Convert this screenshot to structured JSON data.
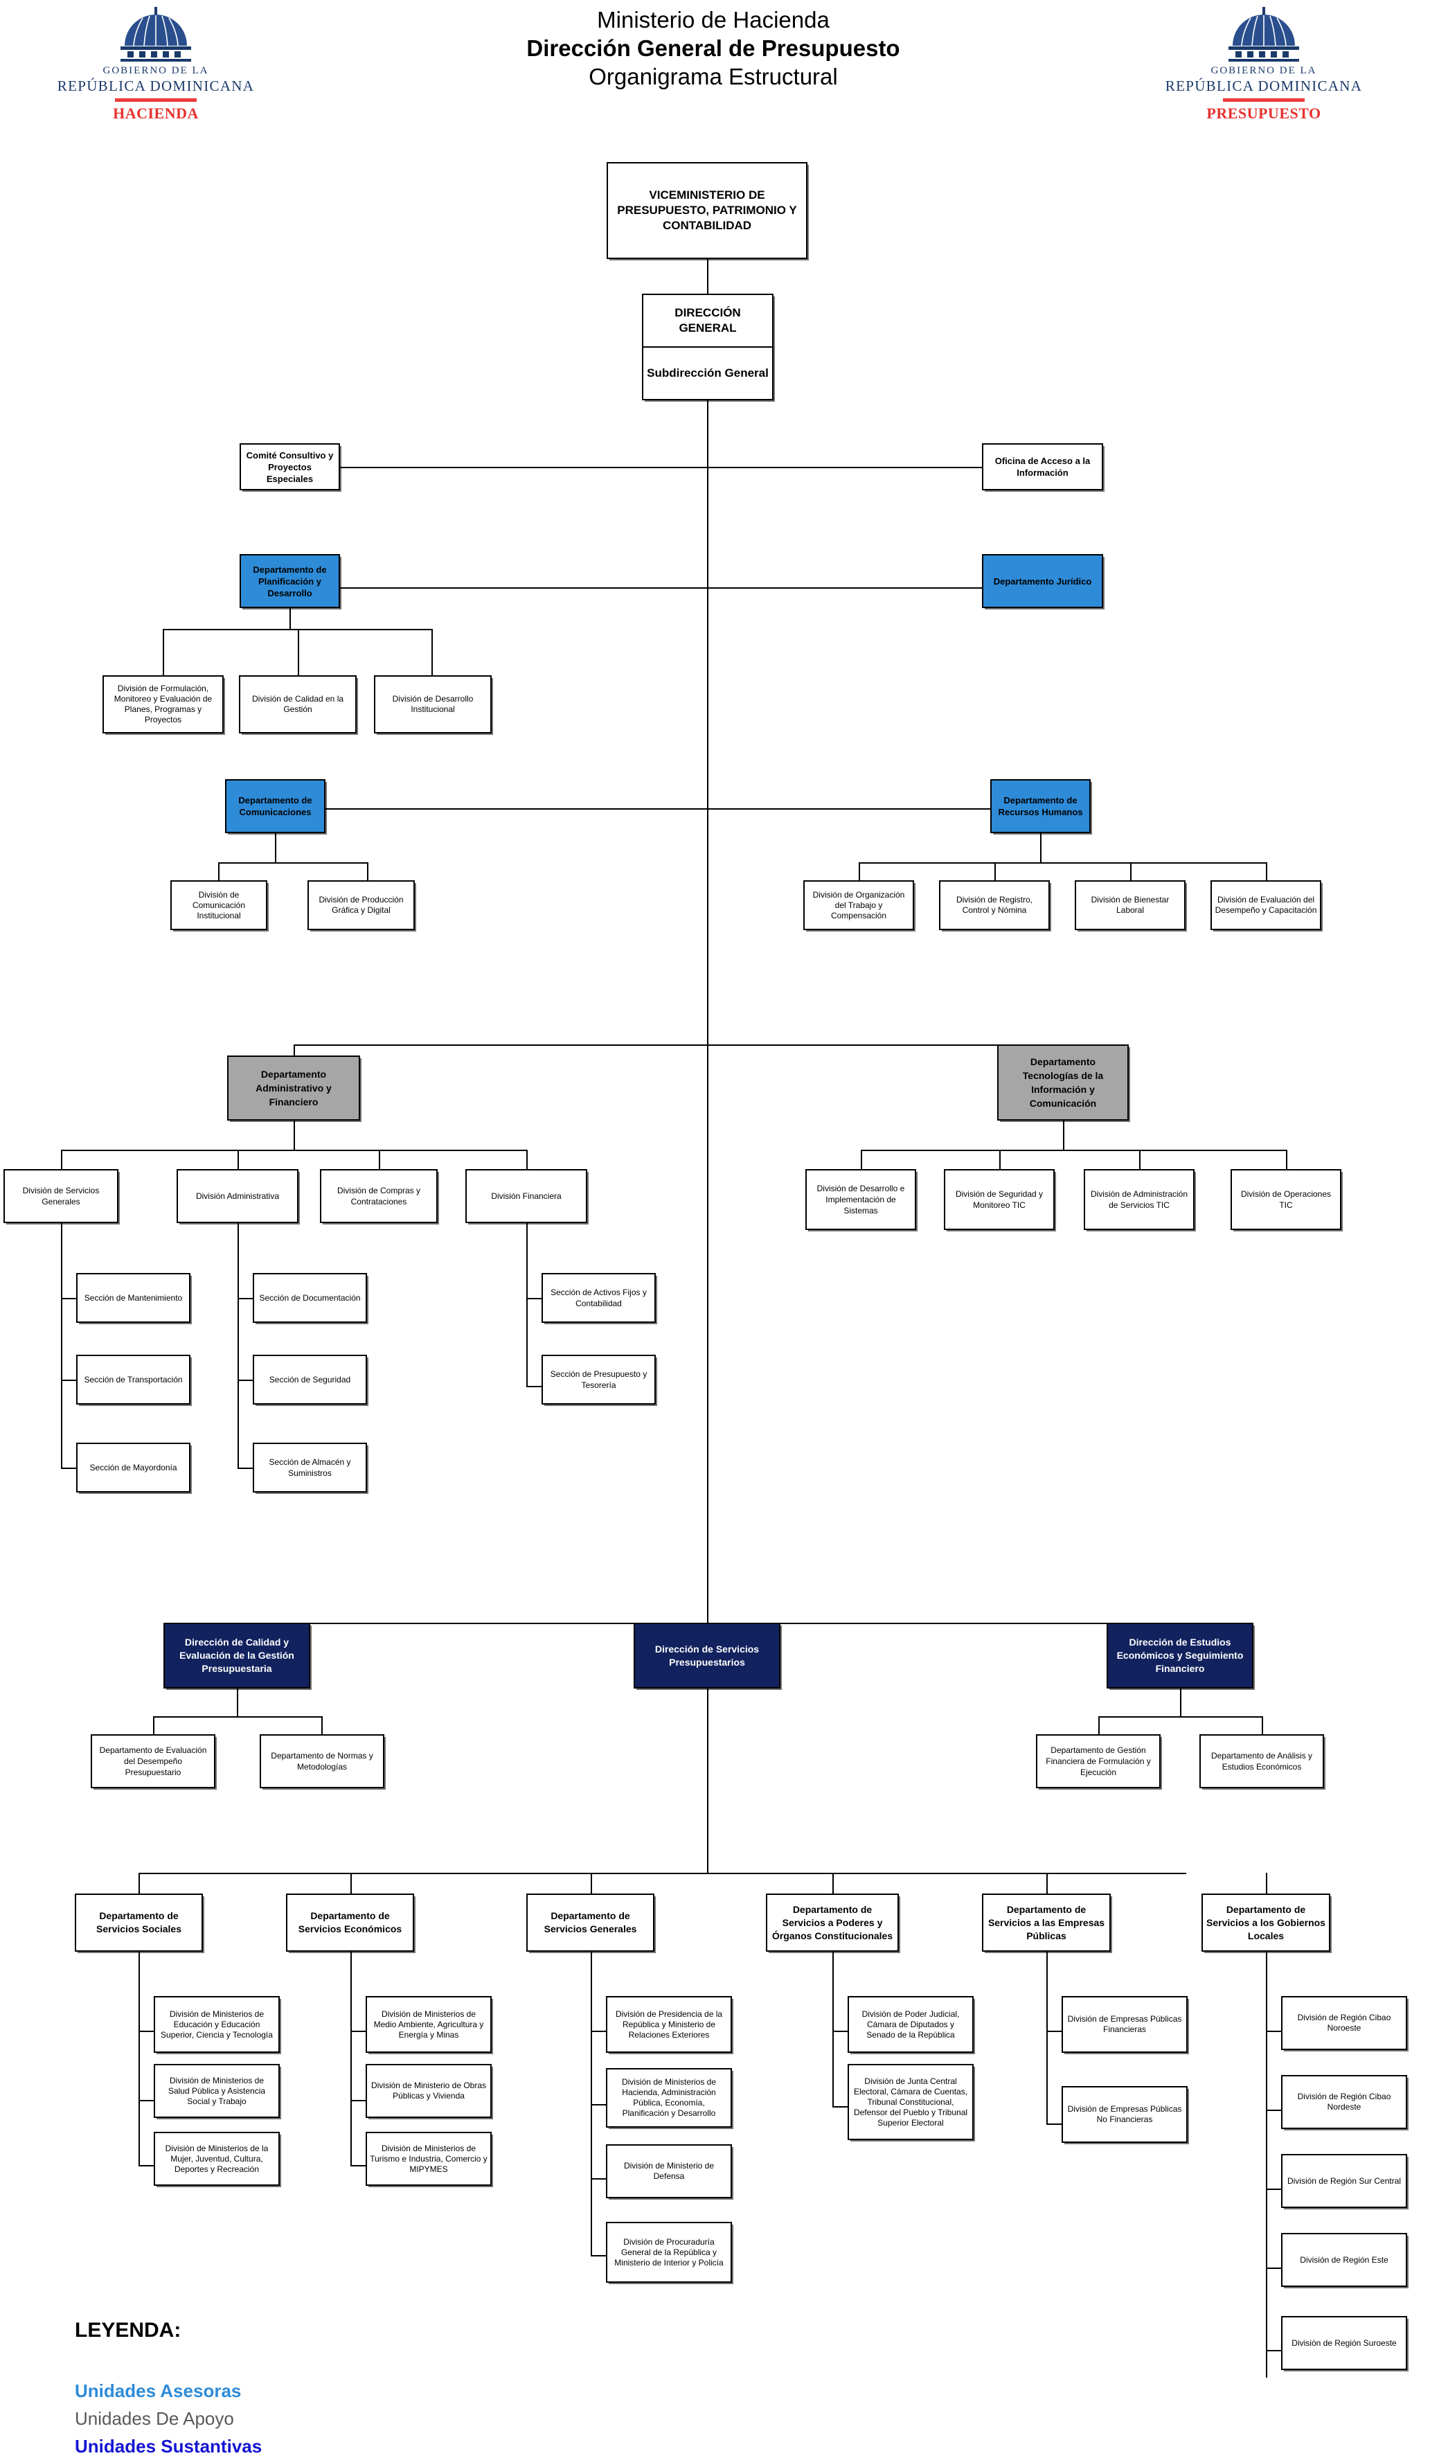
{
  "header": {
    "logo_left": {
      "gobierno": "GOBIERNO DE LA",
      "republica": "REPÚBLICA DOMINICANA",
      "organismo": "HACIENDA",
      "icon": "capitol-dome-icon"
    },
    "logo_right": {
      "gobierno": "GOBIERNO DE LA",
      "republica": "REPÚBLICA DOMINICANA",
      "organismo": "PRESUPUESTO",
      "icon": "capitol-dome-icon"
    },
    "title_line1": "Ministerio de Hacienda",
    "title_line2": "Dirección General de Presupuesto",
    "title_line3": "Organigrama Estructural"
  },
  "colors": {
    "asesoras": "#2e8bd8",
    "apoyo": "#a6a6a6",
    "sustantivas": "#12225e",
    "legend_asesoras_text": "#2e8bd8",
    "legend_apoyo_text": "#595959",
    "legend_sustantivas_text": "#1414d2",
    "accent_red": "#e8322e",
    "logo_blue": "#1b3a6b"
  },
  "chart": {
    "viceministerio": "VICEMINISTERIO DE PRESUPUESTO, PATRIMONIO Y CONTABILIDAD",
    "direccion_general": "DIRECCIÓN GENERAL",
    "subdireccion_general": "Subdirección General",
    "comite_consultivo": "Comité Consultivo y Proyectos Especiales",
    "oficina_acceso": "Oficina de Acceso a la Información",
    "dep_planificacion": "Departamento de Planificación y Desarrollo",
    "dep_juridico": "Departamento Jurídico",
    "div_formulacion": "División de Formulación, Monitoreo y Evaluación de Planes, Programas y Proyectos",
    "div_calidad_gestion": "División de Calidad en la Gestión",
    "div_desarrollo_inst": "División de Desarrollo Institucional",
    "dep_comunicaciones": "Departamento de Comunicaciones",
    "dep_rrhh": "Departamento de Recursos Humanos",
    "div_comunicacion_inst": "División de Comunicación Institucional",
    "div_produccion_grafica": "División de Producción Gráfica y Digital",
    "div_organizacion_trabajo": "División de Organización del Trabajo y Compensación",
    "div_registro_control": "División de Registro, Control y Nómina",
    "div_bienestar_laboral": "División de Bienestar Laboral",
    "div_evaluacion_desempeno": "División de Evaluación del Desempeño y Capacitación",
    "dep_admin_financiero": "Departamento Administrativo y Financiero",
    "dep_tic": "Departamento Tecnologías de la Información y Comunicación",
    "div_desarrollo_sistemas": "División de Desarrollo e Implementación de Sistemas",
    "div_seguridad_monitoreo": "División de Seguridad y Monitoreo  TIC",
    "div_admin_servicios_tic": "División de Administración de Servicios TIC",
    "div_operaciones_tic": "División de Operaciones TIC",
    "div_servicios_generales": "División de Servicios Generales",
    "div_administrativa": "División Administrativa",
    "div_compras": "División de Compras y Contrataciones",
    "div_financiera": "División  Financiera",
    "sec_mantenimiento": "Sección de Mantenimiento",
    "sec_transportacion": "Sección de Transportación",
    "sec_mayordonia": "Sección de Mayordonía",
    "sec_documentacion": "Sección de Documentación",
    "sec_seguridad": "Sección de Seguridad",
    "sec_almacen": "Sección de Almacén y Suministros",
    "sec_activos_fijos": "Sección de Activos Fijos y Contabilidad",
    "sec_presupuesto_tesoreria": "Sección de Presupuesto y Tesorería",
    "dir_calidad": "Dirección de Calidad y Evaluación de la Gestión Presupuestaria",
    "dir_servicios_presupuestarios": "Dirección de Servicios Presupuestarios",
    "dir_estudios_economicos": "Dirección de Estudios Económicos y Seguimiento Financiero",
    "dep_evaluacion_desempeno_pres": "Departamento de Evaluación del Desempeño Presupuestario",
    "dep_normas_metodologias": "Departamento de Normas y Metodologías",
    "dep_gestion_financiera": "Departamento de Gestión Financiera de Formulación y Ejecución",
    "dep_analisis_estudios": "Departamento de Análisis y Estudios Económicos",
    "dep_servicios_sociales": "Departamento de Servicios Sociales",
    "dep_servicios_economicos": "Departamento  de Servicios Económicos",
    "dep_servicios_generales": "Departamento de Servicios Generales",
    "dep_servicios_poderes": "Departamento de Servicios a Poderes y Órganos Constitucionales",
    "dep_servicios_empresas": "Departamento de Servicios a las Empresas Públicas",
    "dep_servicios_gobiernos": "Departamento de Servicios a los Gobiernos Locales",
    "div_min_educacion": "División de Ministerios de Educación y Educación Superior, Ciencia y Tecnología",
    "div_min_salud": "División de Ministerios de Salud Pública y Asistencia Social y Trabajo",
    "div_min_mujer": "División de Ministerios de la Mujer, Juventud, Cultura, Deportes y Recreación",
    "div_min_medioambiente": "División de Ministerios de Medio Ambiente, Agricultura y Energía y Minas",
    "div_min_obras": "División de Ministerio de Obras Públicas y Vivienda",
    "div_min_turismo": "División de Ministerios de Turismo e Industria, Comercio y MIPYMES",
    "div_presidencia": "División de Presidencia de la República y Ministerio de Relaciones Exteriores",
    "div_min_hacienda": "División de Ministerios de Hacienda, Administración Pública, Economía, Planificación y Desarrollo",
    "div_min_defensa": "División de Ministerio de Defensa",
    "div_procuraduria": "División de Procuraduría General de la República y Ministerio de Interior y Policía",
    "div_poder_judicial": "División de Poder Judicial, Cámara de Diputados y Senado de la República",
    "div_junta_central": "División de Junta Central Electoral, Cámara de Cuentas, Tribunal Constitucional, Defensor del Pueblo y Tribunal Superior Electoral",
    "div_empresas_financieras": "División de Empresas Públicas Financieras",
    "div_empresas_no_financieras": "División de Empresas Públicas No Financieras",
    "div_region_cibao_noroeste": "División de Región Cibao Noroeste",
    "div_region_cibao_nordeste": "División de Región Cibao Nordeste",
    "div_region_sur_central": "División de Región Sur Central",
    "div_region_este": "División de Región Este",
    "div_region_suroeste": "División de Región Suroeste"
  },
  "legend": {
    "title": "LEYENDA:",
    "asesoras": "Unidades Asesoras",
    "apoyo": "Unidades De Apoyo",
    "sustantivas": "Unidades Sustantivas"
  }
}
